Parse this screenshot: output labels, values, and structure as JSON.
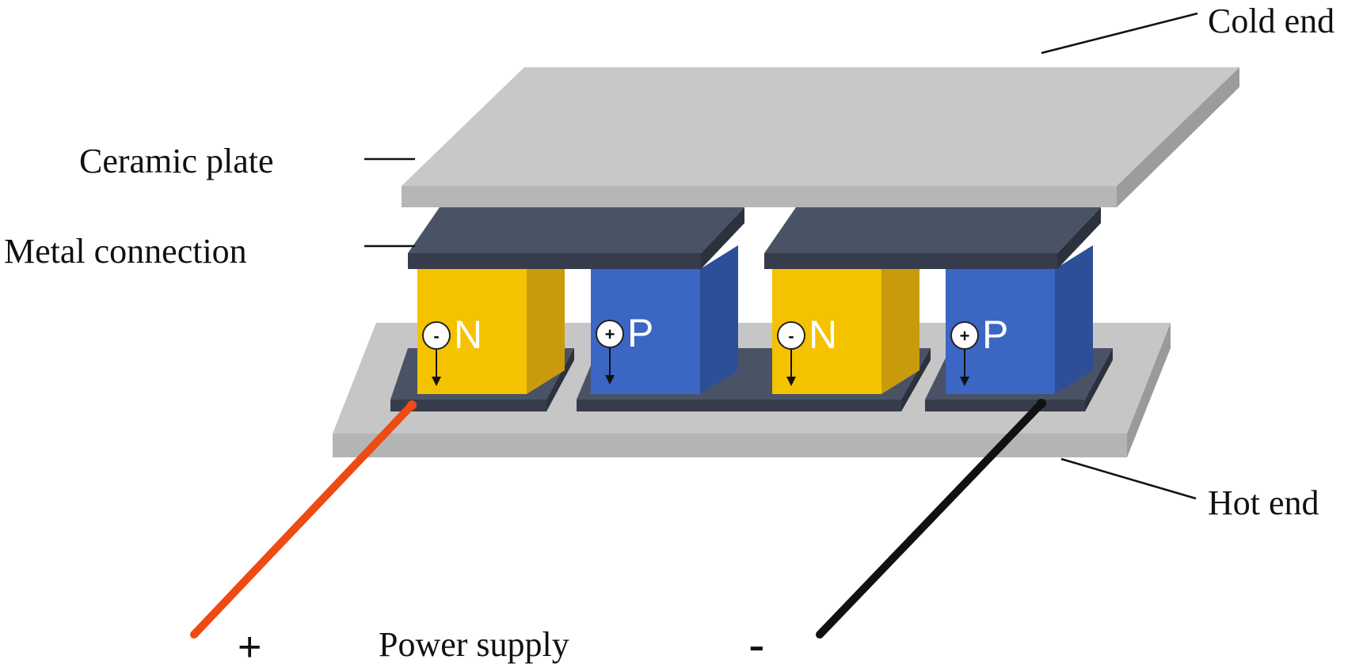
{
  "labels": {
    "cold_end": "Cold end",
    "ceramic_plate": "Ceramic plate",
    "metal_connection": "Metal connection",
    "hot_end": "Hot end",
    "power_supply": "Power supply",
    "plus_terminal": "+",
    "minus_terminal": "-"
  },
  "legs": [
    {
      "type": "N",
      "carrier": "-"
    },
    {
      "type": "P",
      "carrier": "+"
    },
    {
      "type": "N",
      "carrier": "-"
    },
    {
      "type": "P",
      "carrier": "+"
    }
  ],
  "colors": {
    "ceramic_top": "#c8c8c8",
    "ceramic_side": "#a9a9a9",
    "metal_top": "#4a5265",
    "metal_front": "#3a4152",
    "n_front": "#f5c200",
    "n_side": "#c99b0c",
    "p_front": "#3b66c4",
    "p_side": "#2c4f98",
    "wire_positive": "#ee4a12",
    "wire_negative": "#111111"
  }
}
